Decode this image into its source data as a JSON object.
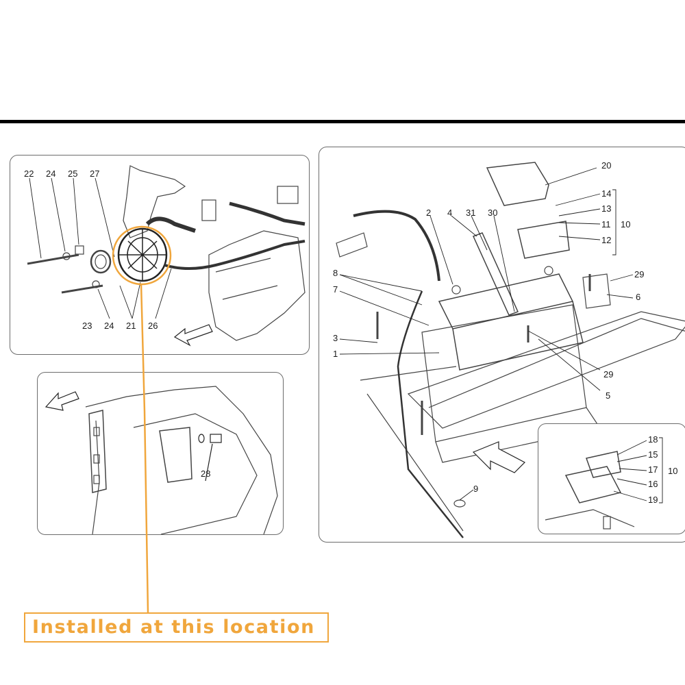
{
  "callout": {
    "text": "Installed at this location",
    "color": "#f0a63c"
  },
  "diagram": {
    "alternator_panel": {
      "labels_top": [
        "22",
        "24",
        "25",
        "27"
      ],
      "labels_bottom": [
        "23",
        "24",
        "21",
        "26"
      ]
    },
    "trunk_panel": {
      "labels": [
        "28"
      ]
    },
    "battery_panel": {
      "labels": [
        "20",
        "14",
        "13",
        "11",
        "12",
        "10",
        "2",
        "4",
        "31",
        "30",
        "29",
        "6",
        "8",
        "7",
        "3",
        "1",
        "29",
        "5",
        "9"
      ]
    },
    "fuse_detail_panel": {
      "labels": [
        "18",
        "15",
        "17",
        "16",
        "19",
        "10"
      ]
    }
  }
}
